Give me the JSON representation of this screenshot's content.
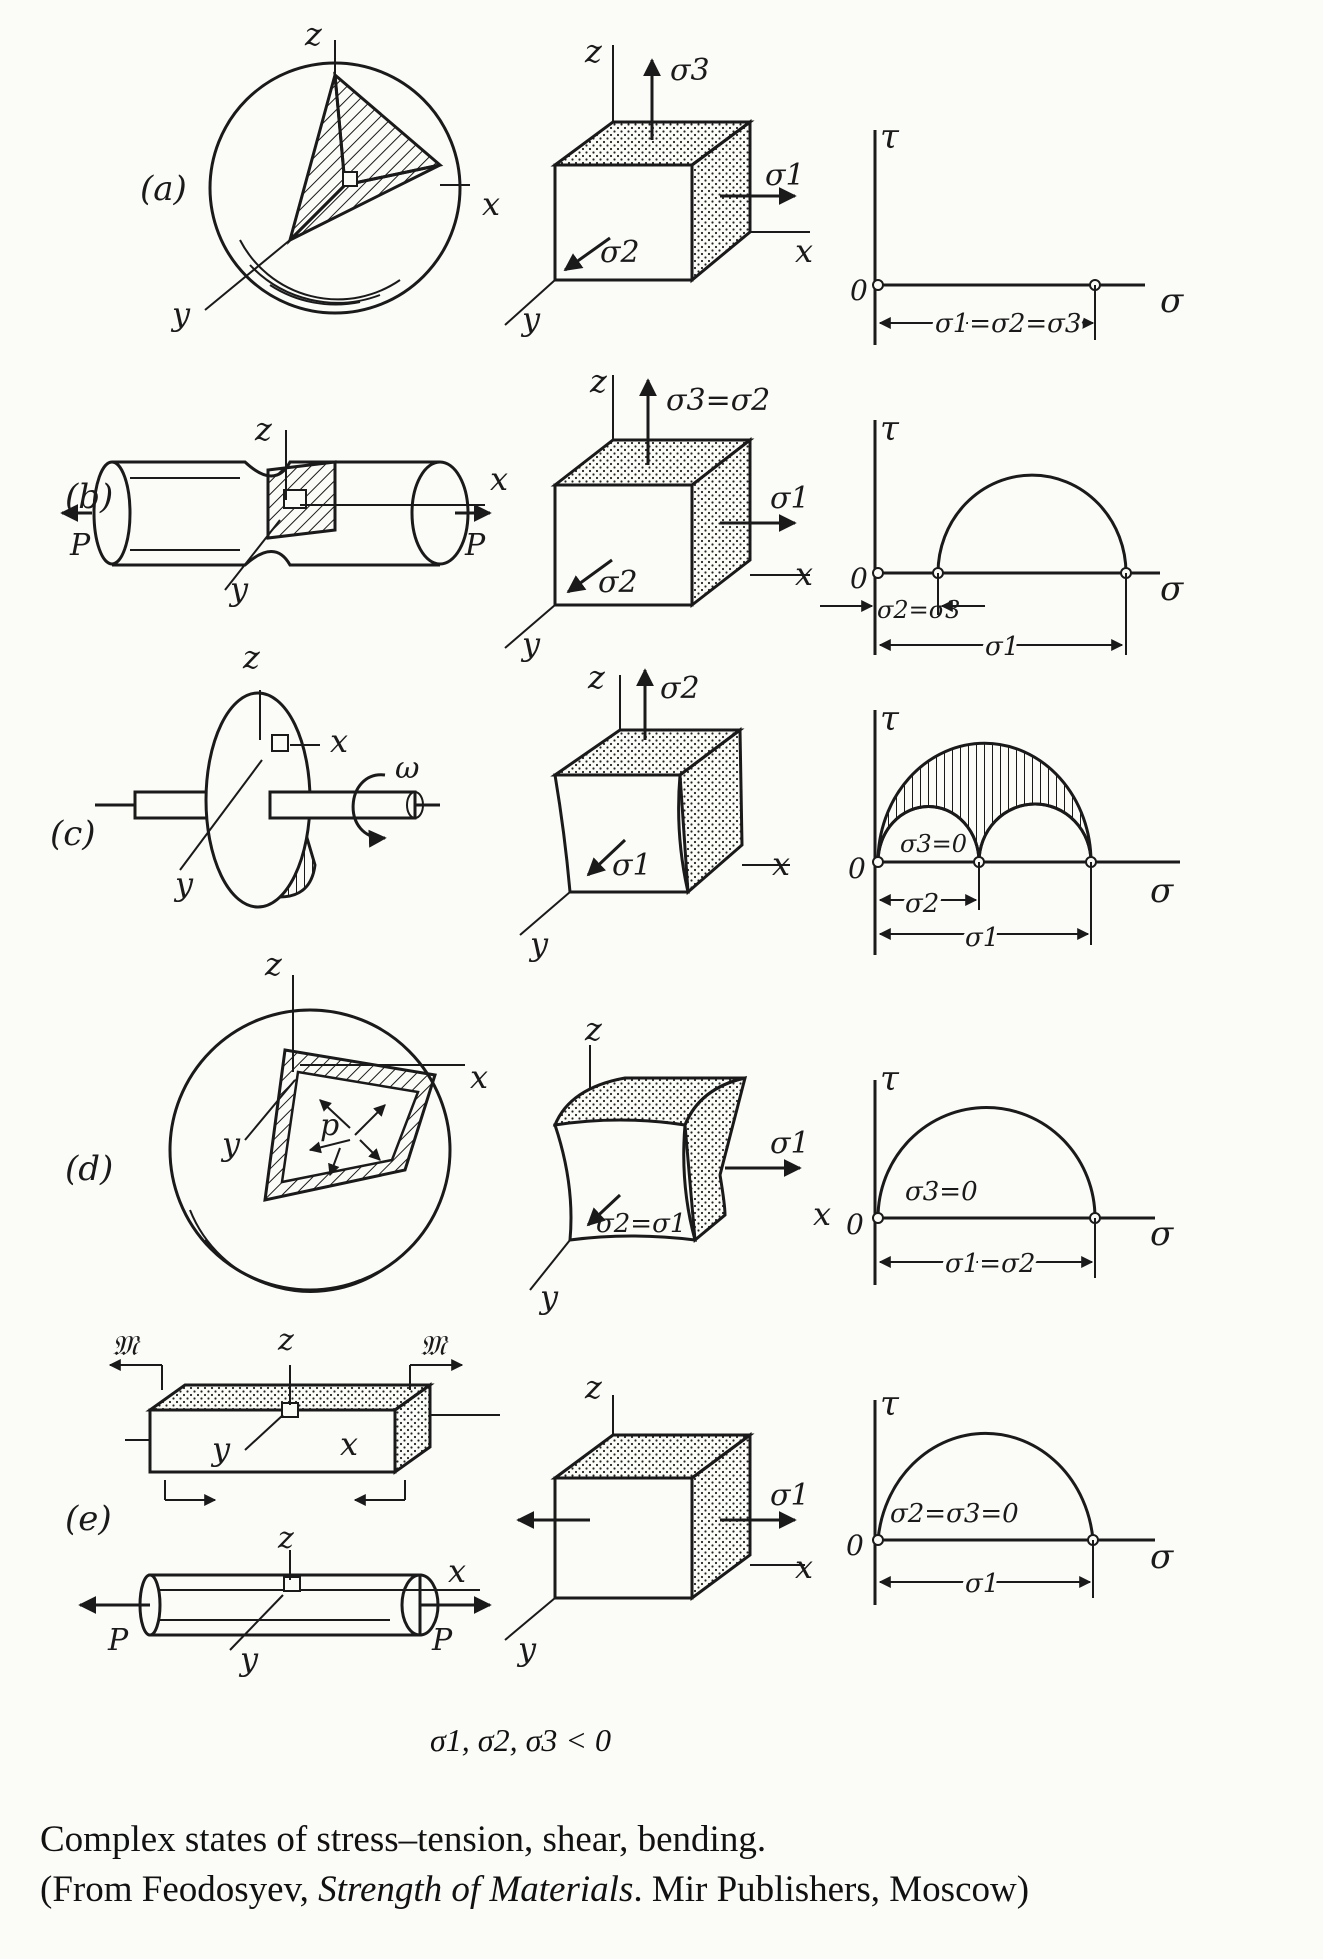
{
  "rows": [
    {
      "label": "(a)",
      "sketch_labels": [
        "z",
        "x",
        "y"
      ],
      "cube_labels": [
        "z",
        "σ3",
        "σ1",
        "x",
        "σ2",
        "y"
      ],
      "mohr": {
        "tau": "τ",
        "origin": "0",
        "sigma": "σ",
        "dims": [
          "σ1=σ2=σ3"
        ]
      }
    },
    {
      "label": "(b)",
      "sketch_labels": [
        "z",
        "x",
        "y",
        "P",
        "P"
      ],
      "cube_labels": [
        "z",
        "σ3=σ2",
        "σ1",
        "x",
        "σ2",
        "y"
      ],
      "mohr": {
        "tau": "τ",
        "origin": "0",
        "sigma": "σ",
        "dims": [
          "σ2=σ3",
          "σ1"
        ]
      }
    },
    {
      "label": "(c)",
      "sketch_labels": [
        "z",
        "x",
        "y",
        "ω"
      ],
      "cube_labels": [
        "z",
        "σ2",
        "x",
        "σ1",
        "y"
      ],
      "mohr": {
        "tau": "τ",
        "origin": "0",
        "sigma": "σ",
        "inner": "σ3=0",
        "dims": [
          "σ2",
          "σ1"
        ]
      }
    },
    {
      "label": "(d)",
      "sketch_labels": [
        "z",
        "x",
        "y",
        "p"
      ],
      "cube_labels": [
        "z",
        "σ1",
        "x",
        "σ2=σ1",
        "y"
      ],
      "mohr": {
        "tau": "τ",
        "origin": "0",
        "sigma": "σ",
        "inner": "σ3=0",
        "dims": [
          "σ1=σ2"
        ]
      }
    },
    {
      "label": "(e)",
      "sketch_labels": [
        "𝔐",
        "z",
        "𝔐",
        "y",
        "x",
        "z",
        "x",
        "P",
        "y",
        "P"
      ],
      "cube_labels": [
        "z",
        "σ1",
        "x",
        "y"
      ],
      "mohr": {
        "tau": "τ",
        "origin": "0",
        "sigma": "σ",
        "inner": "σ2=σ3=0",
        "dims": [
          "σ1"
        ]
      }
    }
  ],
  "condition": "σ1, σ2, σ3 < 0",
  "caption": {
    "line1": "Complex states of stress–tension, shear, bending.",
    "line2_pre": "(From Feodosyev, ",
    "line2_title": "Strength of Materials",
    "line2_post": ". Mir Publishers, Moscow)"
  }
}
